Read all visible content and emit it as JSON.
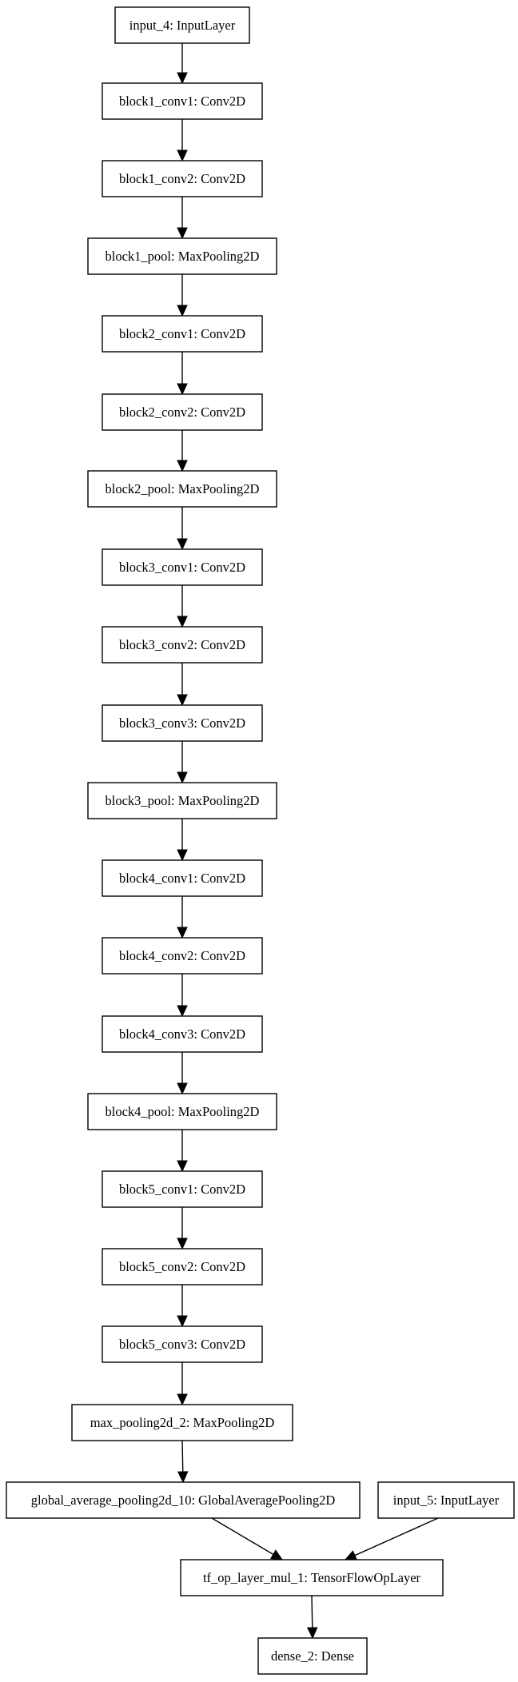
{
  "diagram": {
    "nodes": [
      {
        "id": "n1",
        "label": "input_4: InputLayer"
      },
      {
        "id": "n2",
        "label": "block1_conv1: Conv2D"
      },
      {
        "id": "n3",
        "label": "block1_conv2: Conv2D"
      },
      {
        "id": "n4",
        "label": "block1_pool: MaxPooling2D"
      },
      {
        "id": "n5",
        "label": "block2_conv1: Conv2D"
      },
      {
        "id": "n6",
        "label": "block2_conv2: Conv2D"
      },
      {
        "id": "n7",
        "label": "block2_pool: MaxPooling2D"
      },
      {
        "id": "n8",
        "label": "block3_conv1: Conv2D"
      },
      {
        "id": "n9",
        "label": "block3_conv2: Conv2D"
      },
      {
        "id": "n10",
        "label": "block3_conv3: Conv2D"
      },
      {
        "id": "n11",
        "label": "block3_pool: MaxPooling2D"
      },
      {
        "id": "n12",
        "label": "block4_conv1: Conv2D"
      },
      {
        "id": "n13",
        "label": "block4_conv2: Conv2D"
      },
      {
        "id": "n14",
        "label": "block4_conv3: Conv2D"
      },
      {
        "id": "n15",
        "label": "block4_pool: MaxPooling2D"
      },
      {
        "id": "n16",
        "label": "block5_conv1: Conv2D"
      },
      {
        "id": "n17",
        "label": "block5_conv2: Conv2D"
      },
      {
        "id": "n18",
        "label": "block5_conv3: Conv2D"
      },
      {
        "id": "n19",
        "label": "max_pooling2d_2: MaxPooling2D"
      },
      {
        "id": "n20",
        "label": "global_average_pooling2d_10: GlobalAveragePooling2D"
      },
      {
        "id": "n21",
        "label": "input_5: InputLayer"
      },
      {
        "id": "n22",
        "label": "tf_op_layer_mul_1: TensorFlowOpLayer"
      },
      {
        "id": "n23",
        "label": "dense_2: Dense"
      }
    ],
    "edges": [
      {
        "from": "n1",
        "to": "n2"
      },
      {
        "from": "n2",
        "to": "n3"
      },
      {
        "from": "n3",
        "to": "n4"
      },
      {
        "from": "n4",
        "to": "n5"
      },
      {
        "from": "n5",
        "to": "n6"
      },
      {
        "from": "n6",
        "to": "n7"
      },
      {
        "from": "n7",
        "to": "n8"
      },
      {
        "from": "n8",
        "to": "n9"
      },
      {
        "from": "n9",
        "to": "n10"
      },
      {
        "from": "n10",
        "to": "n11"
      },
      {
        "from": "n11",
        "to": "n12"
      },
      {
        "from": "n12",
        "to": "n13"
      },
      {
        "from": "n13",
        "to": "n14"
      },
      {
        "from": "n14",
        "to": "n15"
      },
      {
        "from": "n15",
        "to": "n16"
      },
      {
        "from": "n16",
        "to": "n17"
      },
      {
        "from": "n17",
        "to": "n18"
      },
      {
        "from": "n18",
        "to": "n19"
      },
      {
        "from": "n19",
        "to": "n20"
      },
      {
        "from": "n20",
        "to": "n22"
      },
      {
        "from": "n21",
        "to": "n22"
      },
      {
        "from": "n22",
        "to": "n23"
      }
    ]
  }
}
